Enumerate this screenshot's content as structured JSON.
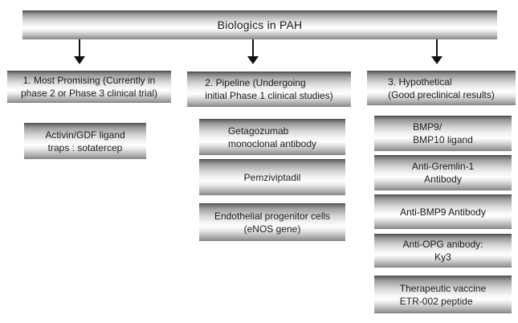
{
  "title": "Biologics in PAH",
  "icons": {
    "branch_arrows": [
      "down-arrow",
      "down-arrow",
      "down-arrow"
    ]
  },
  "colors": {
    "background": "#ffffff",
    "text": "#1a1a1a",
    "arrow": "#111111",
    "box_gradient_top": "#3e3e3e",
    "box_gradient_highlight": "#fefefe",
    "box_gradient_bottom": "#7e7e7e"
  },
  "columns": [
    {
      "header": "1. Most Promising (Currently in\nphase 2 or Phase 3 clinical trial)",
      "items": [
        "Activin/GDF ligand\ntraps : sotatercep"
      ]
    },
    {
      "header": "2. Pipeline (Undergoing\ninitial Phase 1 clinical studies)",
      "items": [
        "Getagozumab\nmonoclonal antibody",
        "Pemziviptadil",
        "Endothelial progenitor cells\n(eNOS gene)"
      ]
    },
    {
      "header": "3. Hypothetical\n(Good preclinical results)",
      "items": [
        "BMP9/\nBMP10 ligand",
        "Anti-Gremlin-1\nAntibody",
        "Anti-BMP9 Antibody",
        "Anti-OPG anibody:\nKy3",
        "Therapeutic vaccine\nETR-002 peptide"
      ]
    }
  ]
}
